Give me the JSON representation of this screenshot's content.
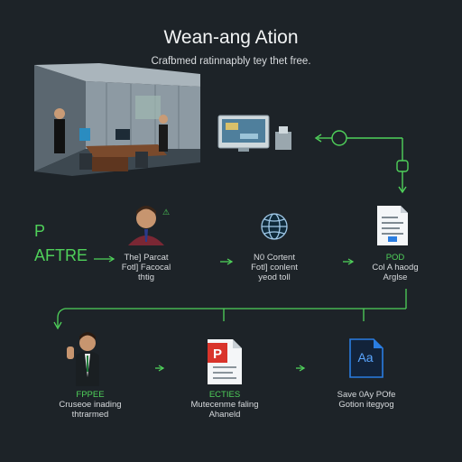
{
  "header": {
    "title": "Wean-ang Ation",
    "subtitle": "Crafbmed ratinnapbly tey thet free."
  },
  "side_label": {
    "line1": "P",
    "line2": "AFTRE"
  },
  "row1": {
    "person": {
      "line1": "The] Parcat",
      "line2": "Fotl] Facocal",
      "line3": "thtig"
    },
    "globe": {
      "line1": "N0 Cortent",
      "line2": "Fotl] conlent",
      "line3": "yeod toll"
    },
    "doc": {
      "line1": "POD",
      "line2": "Col A haodg",
      "line3": "Arglse"
    }
  },
  "row2": {
    "person": {
      "line1": "FPPEE",
      "line2": "Cruseoe inading",
      "line3": "thtrarmed"
    },
    "pdf": {
      "line1": "ECTIES",
      "line2": "Mutecenme faling",
      "line3": "Ahaneld"
    },
    "word": {
      "line1": "Save 0Ay POfe",
      "line2": "Gotion itegyog"
    },
    "word_icon_text": "Aa"
  },
  "colors": {
    "accent": "#4fd15a",
    "background": "#1d2328",
    "pdf_red": "#d9342b",
    "word_blue": "#2a7de1"
  },
  "icons": [
    "office-illustration",
    "monitor-icon",
    "printer-icon",
    "node-icon",
    "person-icon",
    "globe-icon",
    "document-icon",
    "businessman-icon",
    "pdf-icon",
    "word-doc-icon"
  ]
}
